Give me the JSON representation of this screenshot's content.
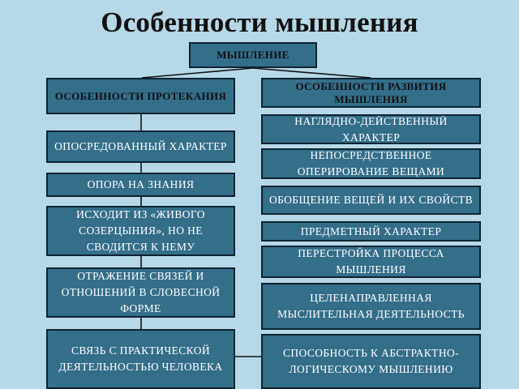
{
  "title": "Особенности мышления",
  "root": "МЫШЛЕНИЕ",
  "left": {
    "header": "ОСОБЕННОСТИ ПРОТЕКАНИЯ",
    "items": [
      "ОПОСРЕДОВАННЫЙ ХАРАКТЕР",
      "ОПОРА НА ЗНАНИЯ",
      "ИСХОДИТ ИЗ «ЖИВОГО СОЗЕРЦЫНИЯ», НО НЕ СВОДИТСЯ К НЕМУ",
      "ОТРАЖЕНИЕ СВЯЗЕЙ И ОТНОШЕНИЙ В СЛОВЕСНОЙ ФОРМЕ",
      "СВЯЗЬ С ПРАКТИЧЕСКОЙ ДЕЯТЕЛЬНОСТЬЮ ЧЕЛОВЕКА"
    ]
  },
  "right": {
    "header": "ОСОБЕННОСТИ РАЗВИТИЯ МЫШЛЕНИЯ",
    "items": [
      "НАГЛЯДНО-ДЕЙСТВЕННЫЙ ХАРАКТЕР",
      "НЕПОСРЕДСТВЕННОЕ ОПЕРИРОВАНИЕ ВЕЩАМИ",
      "ОБОБЩЕНИЕ ВЕЩЕЙ И ИХ СВОЙСТВ",
      "ПРЕДМЕТНЫЙ ХАРАКТЕР",
      "ПЕРЕСТРОЙКА ПРОЦЕССА МЫШЛЕНИЯ",
      "ЦЕЛЕНАПРАВЛЕННАЯ МЫСЛИТЕЛЬНАЯ ДЕЯТЕЛЬНОСТЬ",
      "СПОСОБНОСТЬ К АБСТРАКТНО-ЛОГИЧЕСКОМУ МЫШЛЕНИЮ"
    ]
  }
}
